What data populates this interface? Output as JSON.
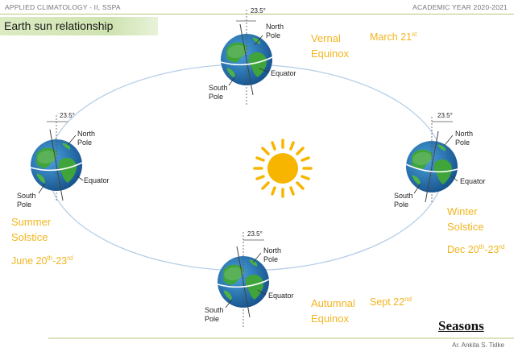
{
  "header": {
    "left": "APPLIED CLIMATOLOGY - II, SSPA",
    "right": "ACADEMIC YEAR 2020-2021"
  },
  "title": "Earth sun relationship",
  "angle": "23.5°",
  "labels": {
    "north_pole_1": "North",
    "north_pole_2": "Pole",
    "south_pole_1": "South",
    "south_pole_2": "Pole",
    "equator": "Equator"
  },
  "positions": {
    "top": {
      "season_1": "Vernal",
      "season_2": "Equinox",
      "date_main": "March 21",
      "date_sup": "st"
    },
    "left": {
      "season_1": "Summer",
      "season_2": "Solstice",
      "date_a": "June 20",
      "date_a_sup": "th",
      "date_b": "-23",
      "date_b_sup": "rd"
    },
    "right": {
      "season_1": "Winter",
      "season_2": "Solstice",
      "date_a": "Dec 20",
      "date_a_sup": "th",
      "date_b": "-23",
      "date_b_sup": "rd"
    },
    "bottom": {
      "season_1": "Autumnal",
      "season_2": "Equinox",
      "date_main": "Sept 22",
      "date_sup": "nd"
    }
  },
  "seasons_heading": "Seasons",
  "footer": "Ar. Ankita S. Tidke",
  "colors": {
    "season_text": "#f2b51f",
    "sun": "#f7b500",
    "orbit": "#b7cfe8",
    "ocean": "#2a7ab8",
    "land": "#3fa43a",
    "accent_rule": "#b7c67a"
  }
}
